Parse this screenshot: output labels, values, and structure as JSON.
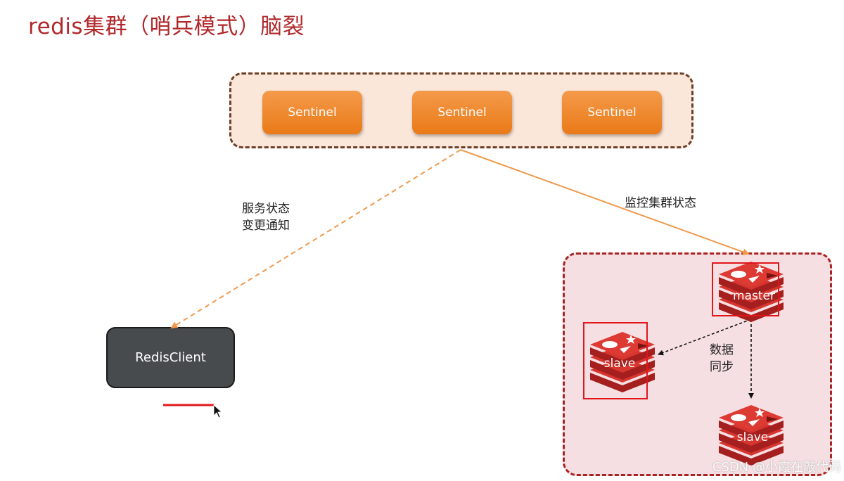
{
  "title": "redis集群（哨兵模式）脑裂",
  "sentinels": [
    {
      "label": "Sentinel"
    },
    {
      "label": "Sentinel"
    },
    {
      "label": "Sentinel"
    }
  ],
  "client": {
    "label": "RedisClient"
  },
  "labels": {
    "notify_line1": "服务状态",
    "notify_line2": "变更通知",
    "monitor": "监控集群状态",
    "sync_line1": "数据",
    "sync_line2": "同步"
  },
  "nodes": {
    "master": "master",
    "slave_left": "slave",
    "slave_bottom": "slave"
  },
  "watermark": "CSDN @小霞在敲代码",
  "colors": {
    "title": "#b0282b",
    "sentinel": "#ee841f",
    "sentinel_group_bg": "#fbe6da",
    "cluster_group_bg": "#f6dfe2",
    "cluster_border": "#a82323",
    "client_bg": "#484b4d",
    "redis_red": "#d3302c",
    "arrow_orange": "#ef9a4e",
    "highlight_red": "#e0161b"
  }
}
